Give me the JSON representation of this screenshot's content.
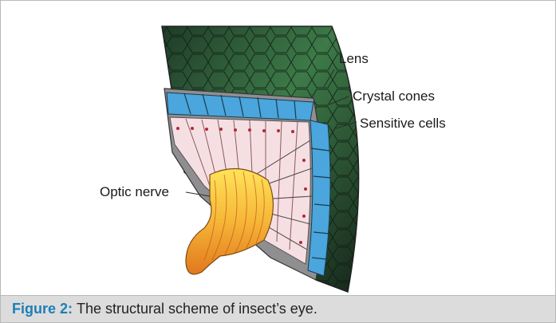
{
  "figure": {
    "labels": {
      "lens": "Lens",
      "crystal_cones": "Crystal cones",
      "sensitive_cells": "Sensitive cells",
      "optic_nerve": "Optic nerve"
    },
    "colors": {
      "lens_surface": "#2f5f3c",
      "cone": "#4aa6dc",
      "cell": "#f6dfe2",
      "nerve_light": "#ffe35a",
      "nerve_dark": "#e1781e",
      "accent": "#1d7fb7"
    }
  },
  "caption": {
    "label": "Figure 2:",
    "text": "The structural scheme of insect’s eye."
  }
}
